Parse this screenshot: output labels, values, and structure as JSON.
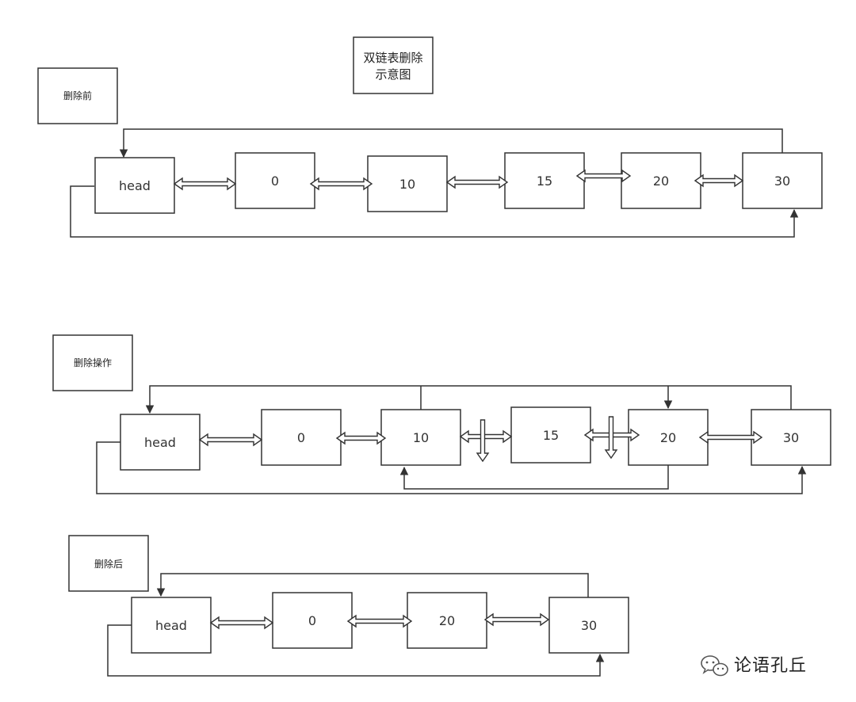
{
  "diagram_title": [
    "双链表删除",
    "示意图"
  ],
  "sections": [
    {
      "label": "删除前",
      "nodes": [
        "head",
        "0",
        "10",
        "15",
        "20",
        "30"
      ]
    },
    {
      "label": "删除操作",
      "nodes": [
        "head",
        "0",
        "10",
        "15",
        "20",
        "30"
      ]
    },
    {
      "label": "删除后",
      "nodes": [
        "head",
        "0",
        "20",
        "30"
      ]
    }
  ],
  "watermark": {
    "icon": "wechat-icon",
    "text": "论语孔丘"
  },
  "colors": {
    "stroke": "#333333",
    "background": "#ffffff"
  }
}
